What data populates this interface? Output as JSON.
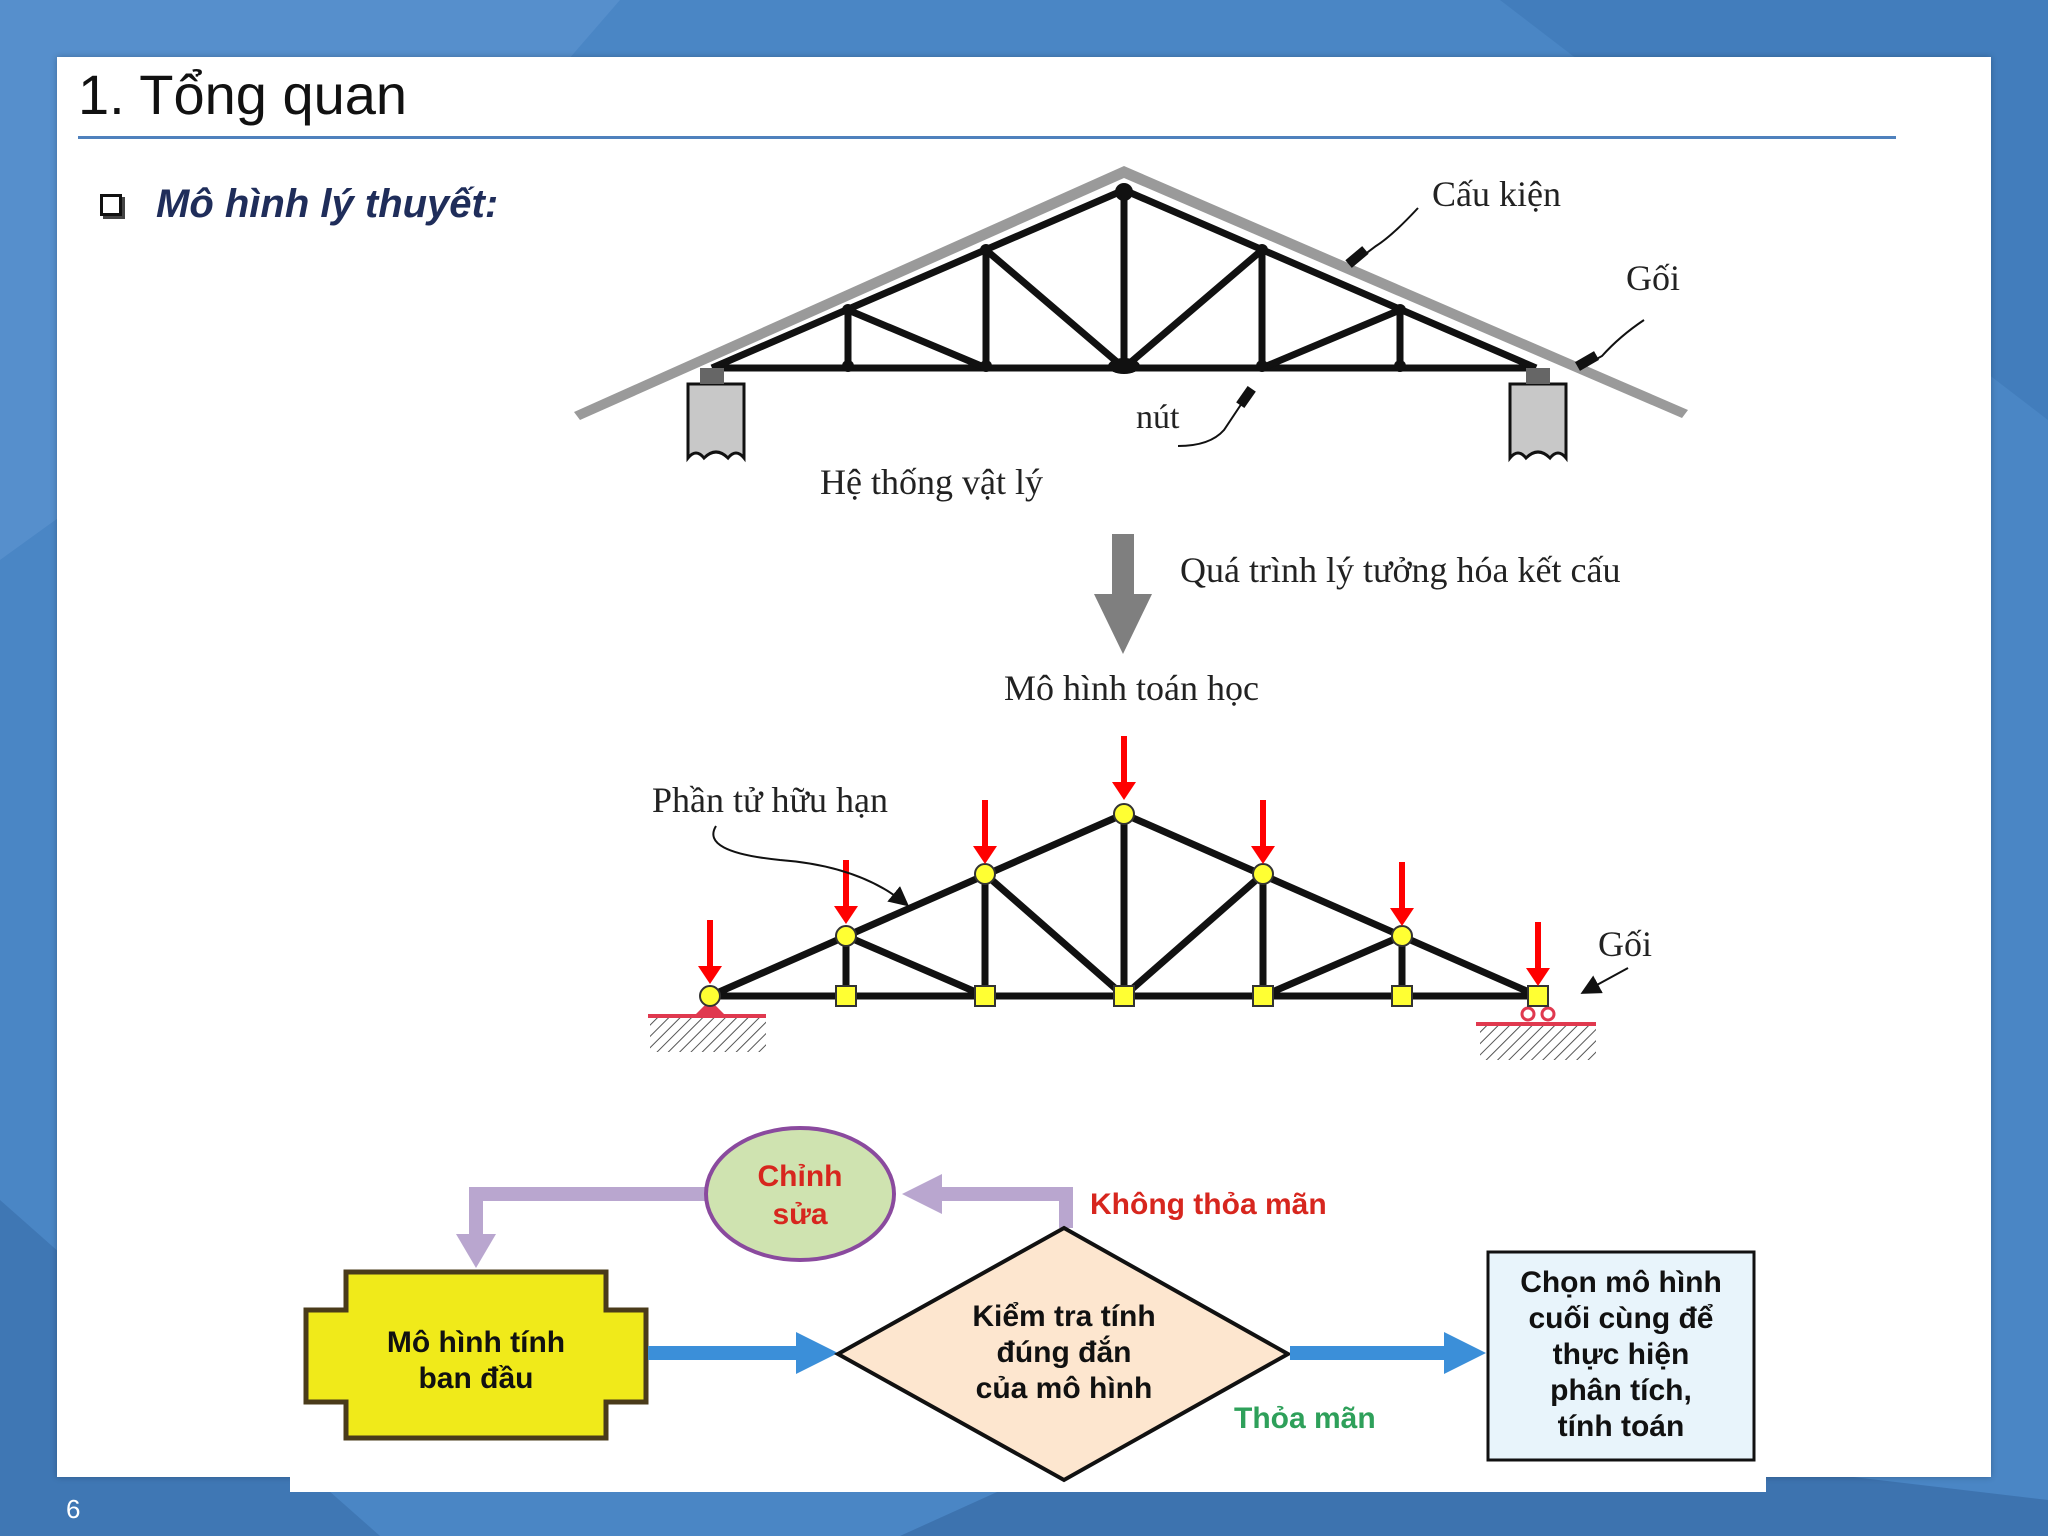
{
  "slide": {
    "title": "1. Tổng quan",
    "bullet": "Mô hình lý thuyết:",
    "page_number": "6"
  },
  "physical": {
    "label_member": "Cấu kiện",
    "label_support": "Gối",
    "label_node": "nút",
    "caption": "Hệ thống vật lý"
  },
  "process": {
    "arrow_label": "Quá trình lý tưởng hóa kết cấu",
    "result_label": "Mô hình toán học"
  },
  "math_model": {
    "label_element": "Phần tử hữu hạn",
    "label_support": "Gối"
  },
  "flow": {
    "edit_line1": "Chỉnh",
    "edit_line2": "sửa",
    "not_ok": "Không thỏa mãn",
    "initial_line1": "Mô hình tính",
    "initial_line2": "ban đầu",
    "check_line1": "Kiểm tra tính",
    "check_line2": "đúng đắn",
    "check_line3": "của mô hình",
    "ok": "Thỏa mãn",
    "final_line1": "Chọn mô hình",
    "final_line2": "cuối cùng để",
    "final_line3": "thực hiện",
    "final_line4": "phân tích,",
    "final_line5": "tính toán"
  },
  "colors": {
    "background": "#4a86c5",
    "title_rule": "#4f81bd",
    "load_arrow": "#ff0000",
    "node": "#ffff33",
    "flow_arrow": "#3b8fd9",
    "edit_circle": "#cfe3b0",
    "edit_border": "#8a4a9e",
    "initial_box": "#f0ea1a",
    "not_ok_text": "#d7261e",
    "ok_text": "#2ea05a"
  }
}
